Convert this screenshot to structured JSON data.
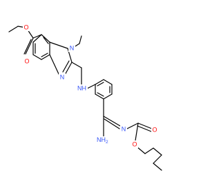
{
  "colors": {
    "bond": "#000000",
    "carbon": "#000000",
    "oxygen": "#ff0d0d",
    "nitrogen": "#3050f8"
  },
  "molecule": {
    "atoms": [
      {
        "id": "O_ester_dbl",
        "label": "O",
        "element": "oxygen"
      },
      {
        "id": "O_ester",
        "label": "O",
        "element": "oxygen"
      },
      {
        "id": "N1",
        "label": "N",
        "element": "nitrogen"
      },
      {
        "id": "N3",
        "label": "N",
        "element": "nitrogen"
      },
      {
        "id": "NH",
        "label": "NH",
        "element": "nitrogen"
      },
      {
        "id": "N_imine",
        "label": "N",
        "element": "nitrogen"
      },
      {
        "id": "NH2",
        "label": "NH",
        "sublabel": "2",
        "element": "nitrogen"
      },
      {
        "id": "O_carb_dbl",
        "label": "O",
        "element": "oxygen"
      },
      {
        "id": "O_carb",
        "label": "O",
        "element": "oxygen"
      }
    ]
  }
}
